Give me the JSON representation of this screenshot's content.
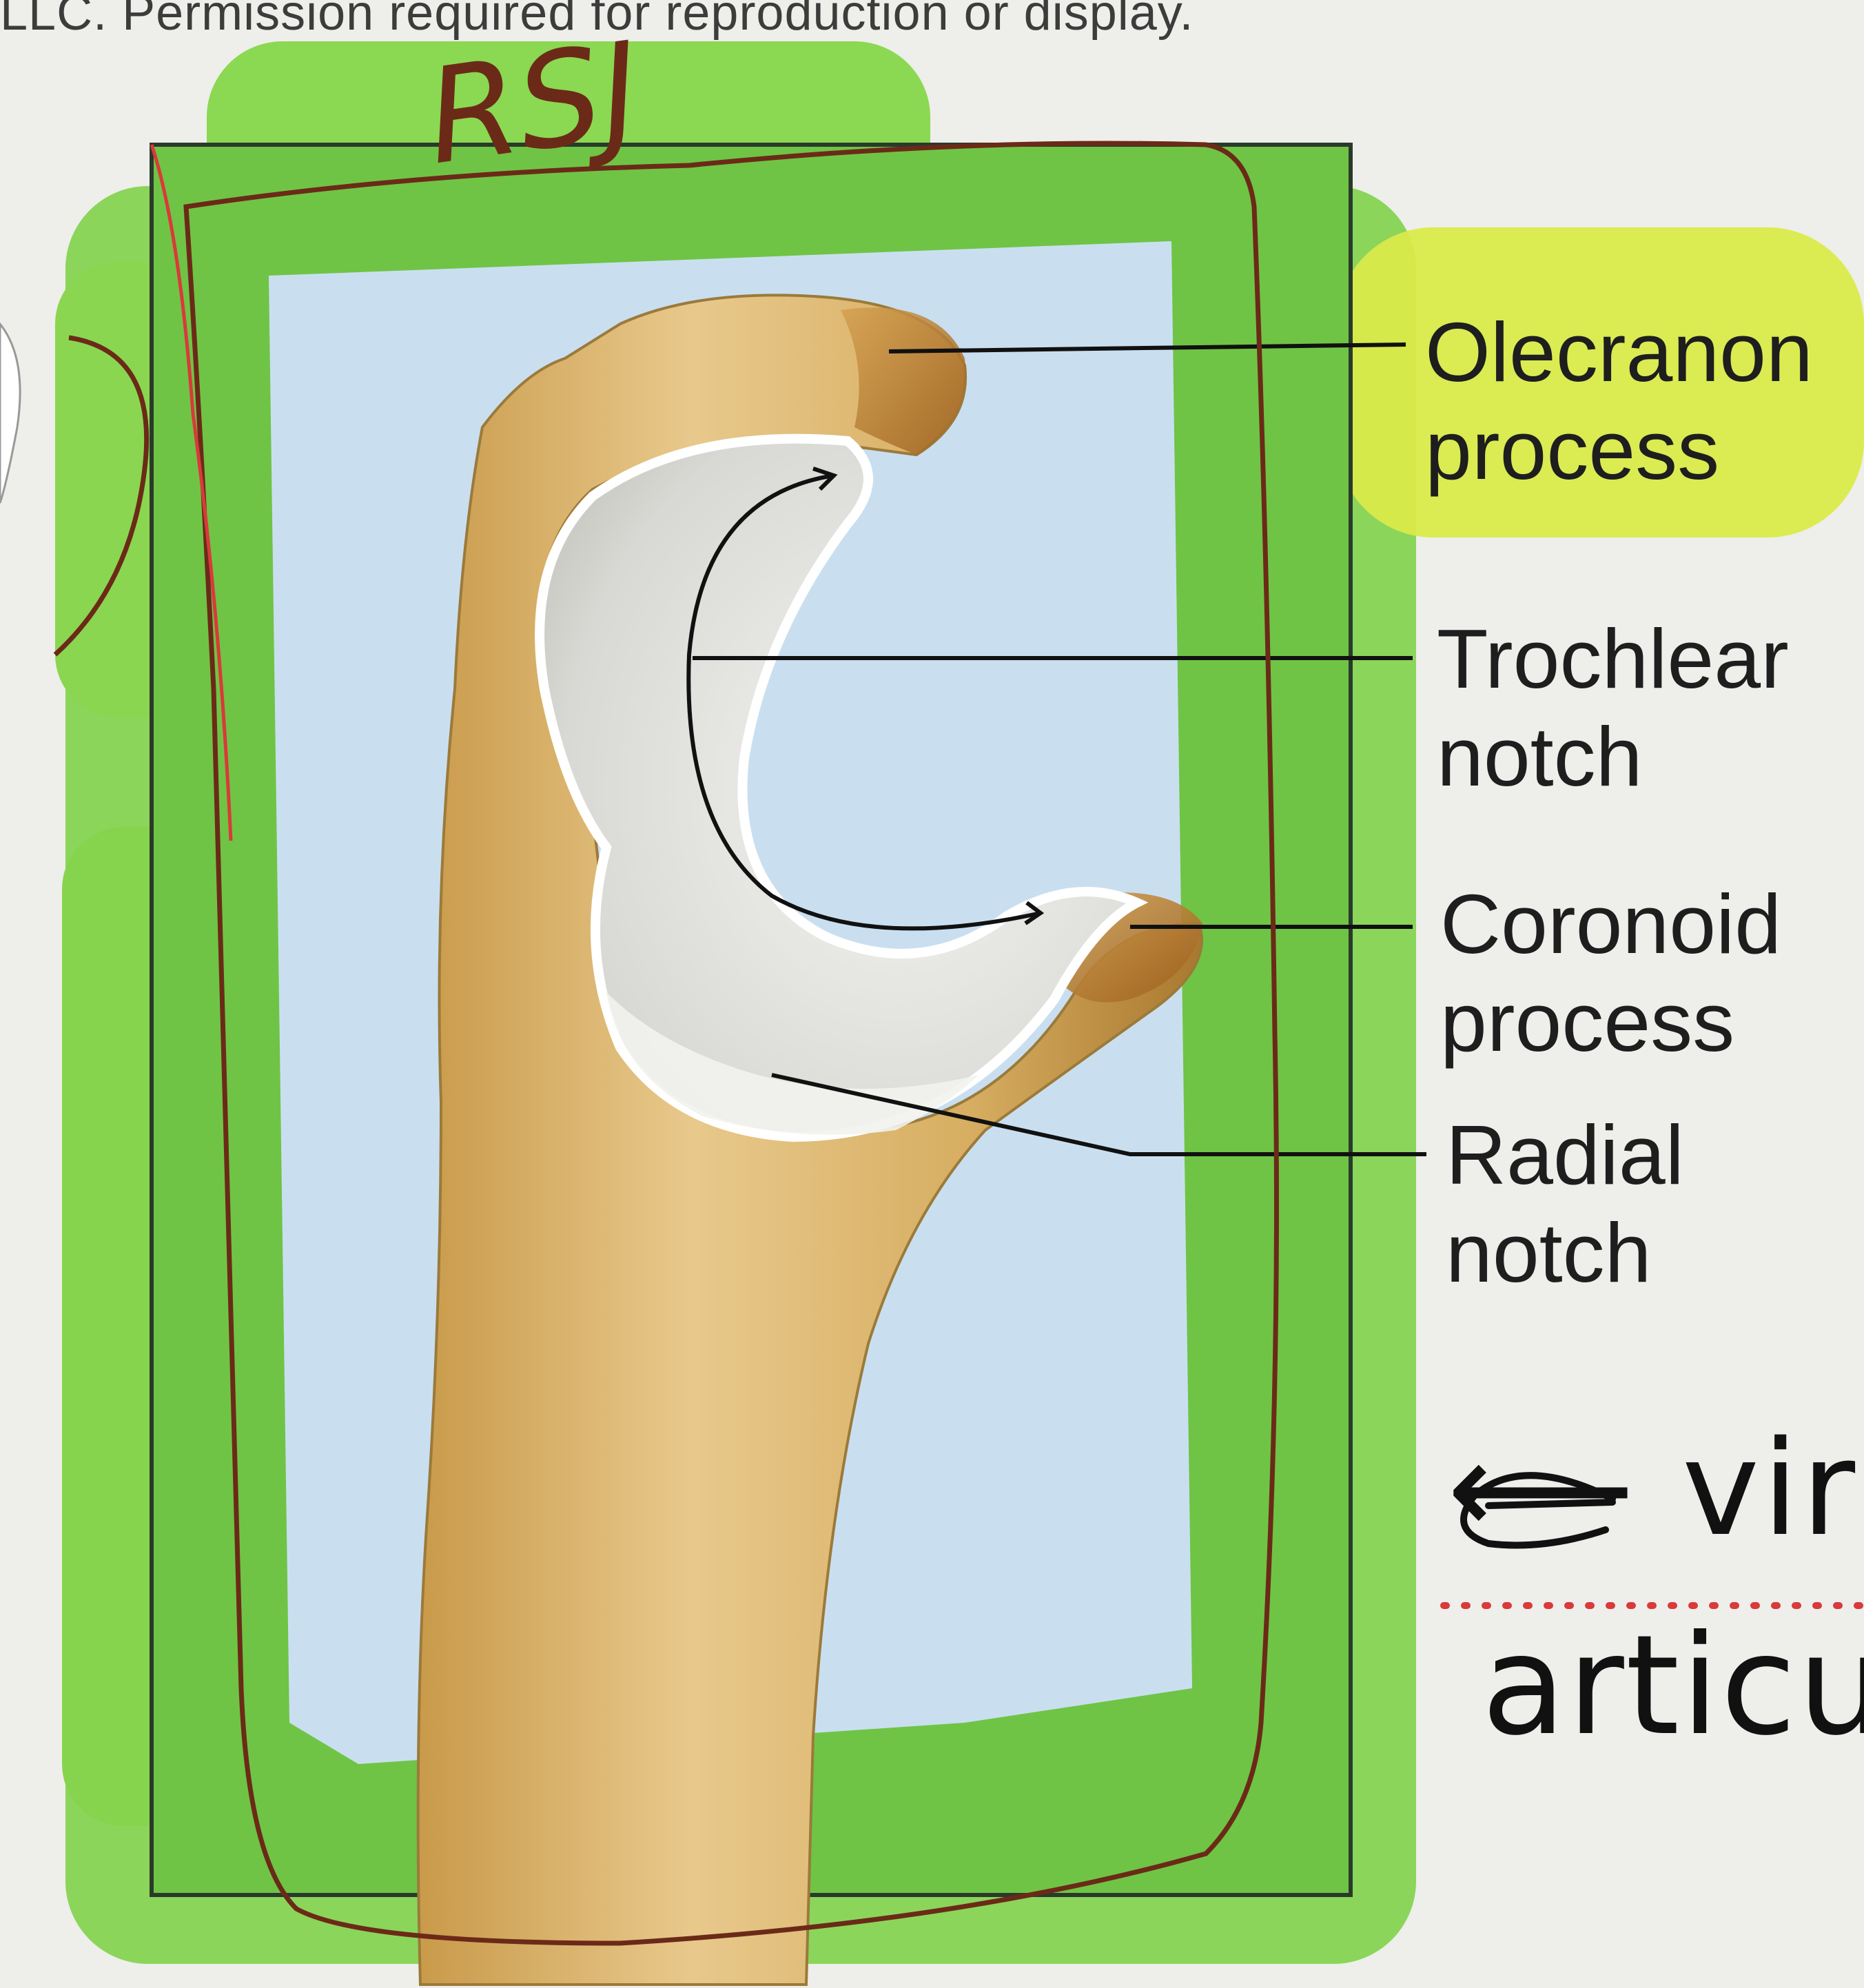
{
  "header": {
    "copyright_text": "LLC. Permission required for reproduction or display."
  },
  "annotations": {
    "handwritten_title": "RSJ",
    "handwritten_arrow_text": "⟵ vir",
    "handwritten_note": "articu"
  },
  "labels": [
    {
      "id": "olecranon",
      "line1": "Olecranon",
      "line2": "process"
    },
    {
      "id": "trochlear",
      "line1": "Trochlear",
      "line2": "notch"
    },
    {
      "id": "coronoid",
      "line1": "Coronoid",
      "line2": "process"
    },
    {
      "id": "radial",
      "line1": "Radial",
      "line2": "notch"
    }
  ],
  "colors": {
    "highlight_green": "#7fd24a",
    "highlight_yellow": "#d9ea4a",
    "ink_brown": "#6b2a18",
    "ink_red": "#d93a3a",
    "bone": "#d9b36a",
    "background_blue": "#c9dff0"
  }
}
